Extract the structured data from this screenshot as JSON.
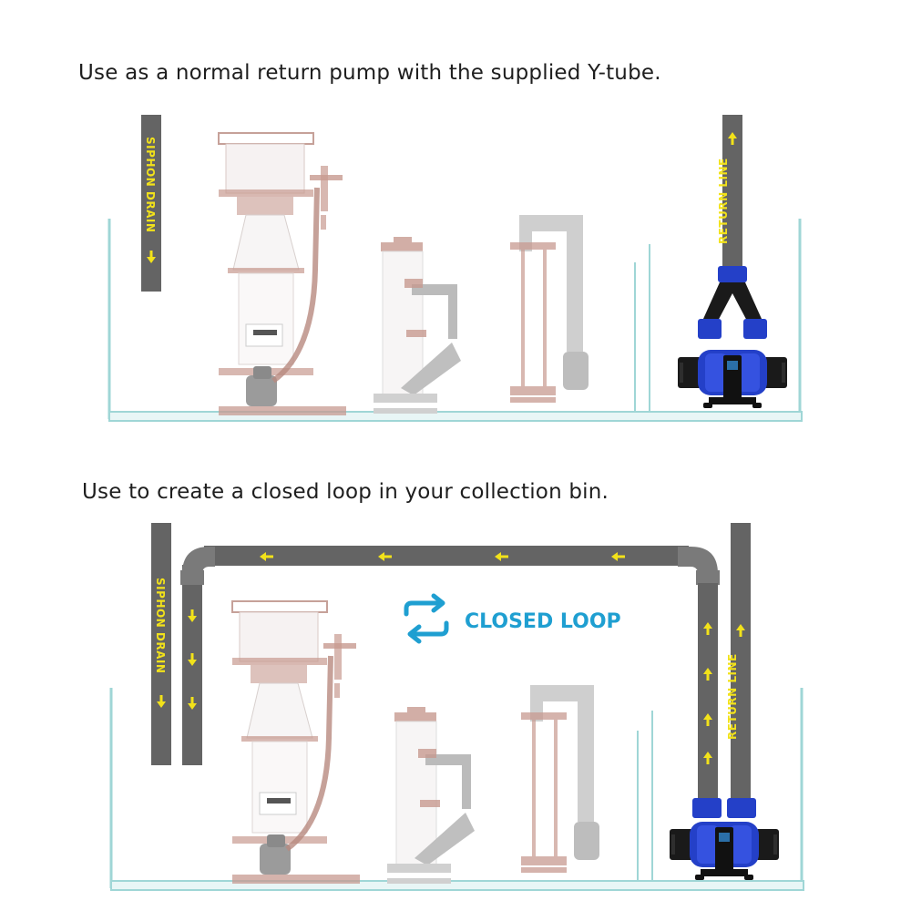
{
  "panels": [
    {
      "caption": "Use as a normal return pump with the supplied Y-tube.",
      "drain_label": "SIPHON DRAIN",
      "return_label": "RETURN LINE"
    },
    {
      "caption": "Use to create a closed loop in your collection bin.",
      "drain_label": "SIPHON DRAIN",
      "return_label": "RETURN LINE",
      "loop_label": "CLOSED LOOP"
    }
  ],
  "colors": {
    "pipe": "#646464",
    "arrow": "#f2e21a",
    "tank_glass": "#9fd6d6",
    "skimmer": "#b88a80",
    "pump_blue": "#2440c8",
    "loop_accent": "#1f9fd1"
  },
  "icons": [
    "flow-arrow-icon",
    "closed-loop-icon",
    "pump-icon",
    "y-tube-icon"
  ]
}
